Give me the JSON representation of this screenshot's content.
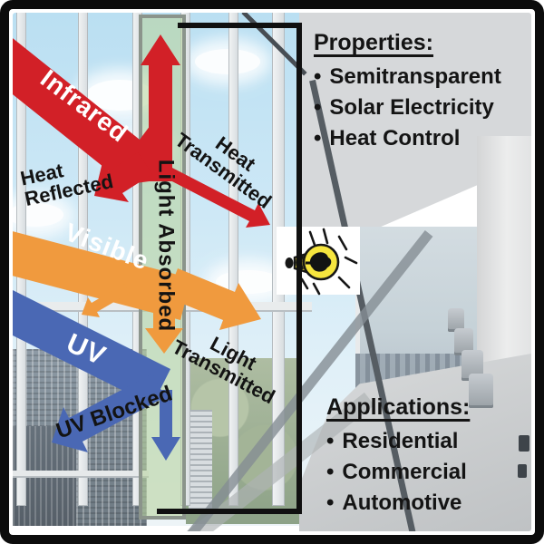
{
  "figure": {
    "arrows": {
      "infrared": "Infrared",
      "visible": "Visible",
      "uv": "UV",
      "heat_reflected": "Heat Reflected",
      "heat_transmitted": "Heat Transmitted",
      "light_absorbed": "Light Absorbed",
      "light_transmitted": "Light Transmitted",
      "uv_blocked": "UV Blocked"
    },
    "panels": {
      "bullet": "•",
      "properties": {
        "title": "Properties:",
        "items": [
          "Semitransparent",
          "Solar Electricity",
          "Heat Control"
        ]
      },
      "applications": {
        "title": "Applications:",
        "items": [
          "Residential",
          "Commercial",
          "Automotive"
        ]
      }
    },
    "icons": {
      "lightbulb": "lightbulb-icon"
    },
    "colors": {
      "infrared": "#d22027",
      "visible": "#f09a3e",
      "uv": "#4a68b4",
      "window_film": "#b9d3a0",
      "outline": "#101010",
      "label": "#131313",
      "bulb_yellow": "#f6e53e"
    }
  }
}
